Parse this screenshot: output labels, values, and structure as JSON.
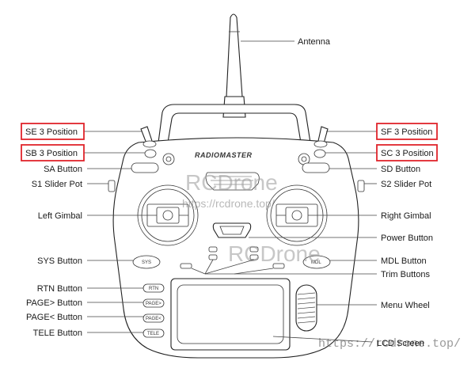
{
  "diagram": {
    "labels": {
      "antenna": "Antenna",
      "se": "SE 3 Position",
      "sf": "SF 3 Position",
      "sb": "SB 3 Position",
      "sc": "SC 3 Position",
      "sa_button": "SA Button",
      "sd_button": "SD Button",
      "s1_slider": "S1 Slider Pot",
      "s2_slider": "S2 Slider Pot",
      "left_gimbal": "Left Gimbal",
      "right_gimbal": "Right Gimbal",
      "power_button": "Power Button",
      "sys_button": "SYS Button",
      "mdl_button": "MDL Button",
      "trim_buttons": "Trim Buttons",
      "rtn_button": "RTN Button",
      "page_next": "PAGE> Button",
      "page_prev": "PAGE< Button",
      "tele_button": "TELE Button",
      "menu_wheel": "Menu Wheel",
      "lcd_screen": "LCD Screen"
    },
    "device_text": {
      "brand": "RADIOMASTER",
      "sys": "SYS",
      "mdl": "MDL",
      "rtn": "RTN",
      "page_next": "PAGE>",
      "page_prev": "PAGE<",
      "tele": "TELE"
    },
    "highlight_color": "#e0242b"
  },
  "watermark": {
    "brand": "RCDrone",
    "url": "https://rcdrone.top/"
  }
}
